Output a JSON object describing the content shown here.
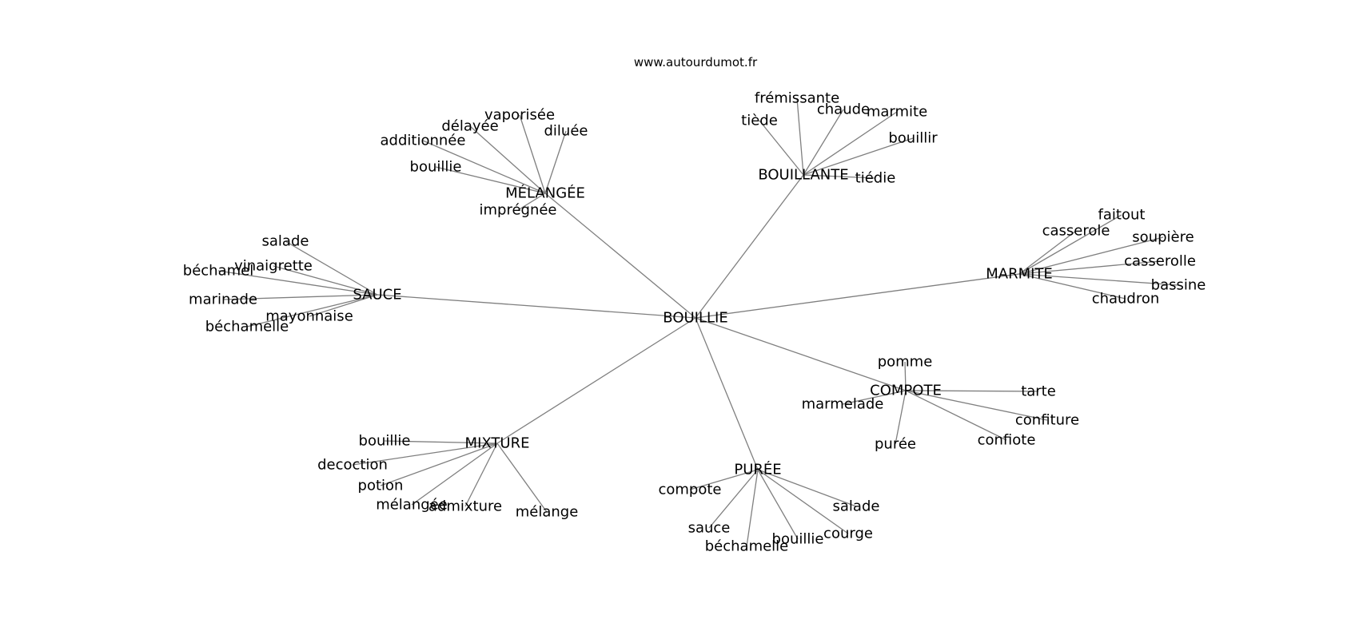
{
  "source": "www.autourdumot.fr",
  "center": "BOUILLIE",
  "groups": [
    {
      "label": "MÉLANGÉE",
      "children": [
        "vaporisée",
        "délayée",
        "diluée",
        "additionnée",
        "bouillie",
        "imprégnée"
      ]
    },
    {
      "label": "BOUILLANTE",
      "children": [
        "frémissante",
        "chaude",
        "marmite",
        "tiède",
        "bouillir",
        "tiédie"
      ]
    },
    {
      "label": "MARMITE",
      "children": [
        "faitout",
        "casserole",
        "soupière",
        "casserolle",
        "bassine",
        "chaudron"
      ]
    },
    {
      "label": "SAUCE",
      "children": [
        "salade",
        "vinaigrette",
        "béchamel",
        "marinade",
        "mayonnaise",
        "béchamelle"
      ]
    },
    {
      "label": "COMPOTE",
      "children": [
        "pomme",
        "tarte",
        "marmelade",
        "confiture",
        "purée",
        "confiote"
      ]
    },
    {
      "label": "MIXTURE",
      "children": [
        "bouillie",
        "decoction",
        "potion",
        "mélangée",
        "admixture",
        "mélange"
      ]
    },
    {
      "label": "PURÉE",
      "children": [
        "compote",
        "salade",
        "sauce",
        "courge",
        "bouillie",
        "béchamelle"
      ]
    }
  ]
}
